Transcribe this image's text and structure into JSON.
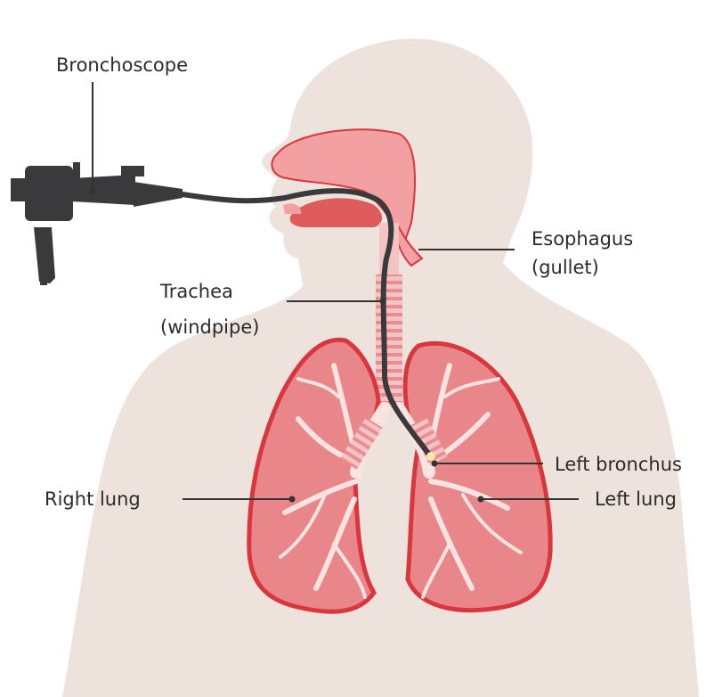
{
  "labels": {
    "bronchoscope": "Bronchoscope",
    "esophagus_1": "Esophagus",
    "esophagus_2": "(gullet)",
    "trachea_1": "Trachea",
    "trachea_2": "(windpipe)",
    "left_bronchus": "Left bronchus",
    "right_lung": "Right lung",
    "left_lung": "Left lung"
  },
  "colors": {
    "body": "#ede3dc",
    "lung_fill": "#e9868a",
    "lung_outline": "#d9363e",
    "airway": "#fbe3e2",
    "mouth": "#f2a0a2",
    "tongue": "#de5b5b",
    "scope": "#3a3a3c",
    "leader": "#333333"
  }
}
